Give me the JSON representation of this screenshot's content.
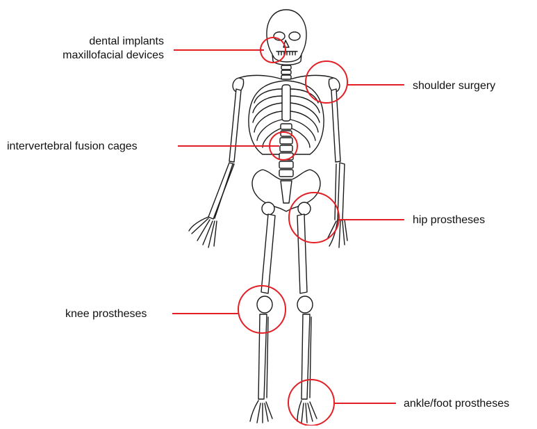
{
  "colors": {
    "callout": "#e31e24",
    "bone_fill": "#ffffff",
    "bone_stroke": "#1a1a1a",
    "text": "#111111"
  },
  "figure": {
    "subject": "human skeleton front view",
    "labels": {
      "dental_line1": "dental implants",
      "dental_line2": "maxillofacial devices",
      "shoulder": "shoulder surgery",
      "spine": "intervertebral fusion cages",
      "hip": "hip prostheses",
      "knee": "knee prostheses",
      "ankle": "ankle/foot prostheses"
    }
  }
}
